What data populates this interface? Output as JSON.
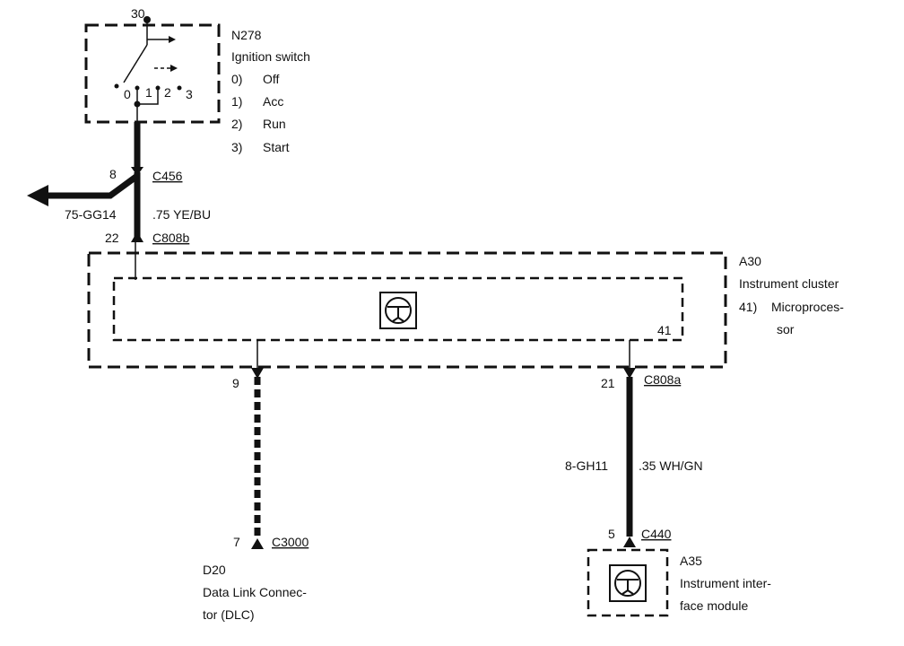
{
  "ignition_switch": {
    "id": "N278",
    "name": "Ignition switch",
    "terminal": "30",
    "positions": [
      {
        "num": "0)",
        "label": "Off"
      },
      {
        "num": "1)",
        "label": "Acc"
      },
      {
        "num": "2)",
        "label": "Run"
      },
      {
        "num": "3)",
        "label": "Start"
      }
    ],
    "contact_labels": [
      "0",
      "1",
      "2",
      "3"
    ]
  },
  "upper_wire": {
    "pin_top": "8",
    "connector_top": "C456",
    "circuit": "75-GG14",
    "color": ".75 YE/BU",
    "pin_bottom": "22",
    "connector_bottom": "C808b"
  },
  "instrument_cluster": {
    "id": "A30",
    "name": "Instrument cluster",
    "note_num": "41)",
    "note_line1": "Microproces-",
    "note_line2": "sor",
    "inner_ref": "41"
  },
  "dlc_wire": {
    "pin_top": "9",
    "pin_bottom": "7",
    "connector_bottom": "C3000"
  },
  "dlc": {
    "id": "D20",
    "name_line1": "Data Link Connec-",
    "name_line2": "tor (DLC)"
  },
  "iim_wire": {
    "pin_top": "21",
    "connector_top": "C808a",
    "circuit": "8-GH11",
    "color": ".35 WH/GN",
    "pin_bottom": "5",
    "connector_bottom": "C440"
  },
  "iim": {
    "id": "A35",
    "name_line1": "Instrument inter-",
    "name_line2": "face module"
  }
}
